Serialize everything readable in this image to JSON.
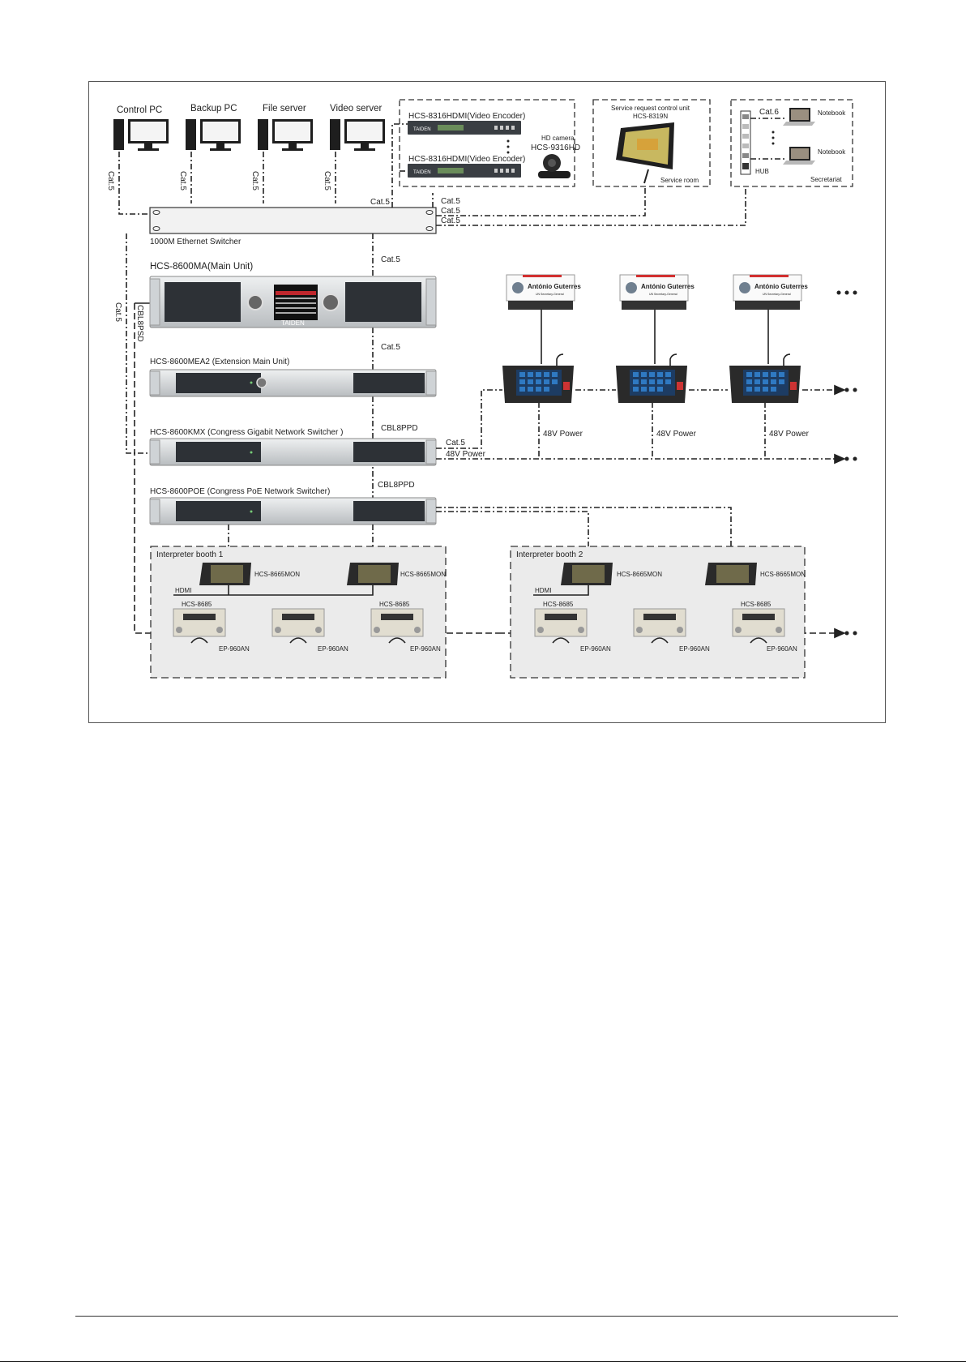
{
  "pcs": [
    "Control PC",
    "Backup PC",
    "File server",
    "Video server"
  ],
  "encoders": [
    "HCS-8316HDMI(Video Encoder)",
    "HCS-8316HDMI(Video Encoder)"
  ],
  "camera": {
    "line1": "HD camera",
    "line2": "HCS-9316HD"
  },
  "service": {
    "title": "Service request control unit",
    "model": "HCS-8319N",
    "room": "Service room"
  },
  "secretariat": {
    "notebook": "Notebook",
    "hub": "HUB",
    "cable": "Cat.6",
    "room": "Secretariat"
  },
  "cables": {
    "cat5": "Cat.5",
    "cbl8ppd": "CBL8PPD",
    "cbl8psd": "CBL8PSD",
    "hdmi": "HDMI",
    "power48": "48V Power"
  },
  "switcher": "1000M Ethernet Switcher",
  "brand": "TAIDEN",
  "units": {
    "main": "HCS-8600MA(Main Unit)",
    "extension": "HCS-8600MEA2 (Extension Main Unit)",
    "kmx": "HCS-8600KMX (Congress Gigabit Network Switcher )",
    "poe": "HCS-8600POE (Congress PoE Network Switcher)"
  },
  "nameplate": {
    "name": "António Guterres",
    "title": "UN Secretary-General"
  },
  "booths": [
    "Interpreter booth 1",
    "Interpreter booth 2"
  ],
  "monitor": "HCS-8665MON",
  "interpreter_unit": "HCS-8685",
  "earphone": "EP-960AN",
  "colors": {
    "line": "#222222",
    "booth_bg": "#ebebeb",
    "device_body": "#d9dcde",
    "panel": "#2d3136"
  }
}
